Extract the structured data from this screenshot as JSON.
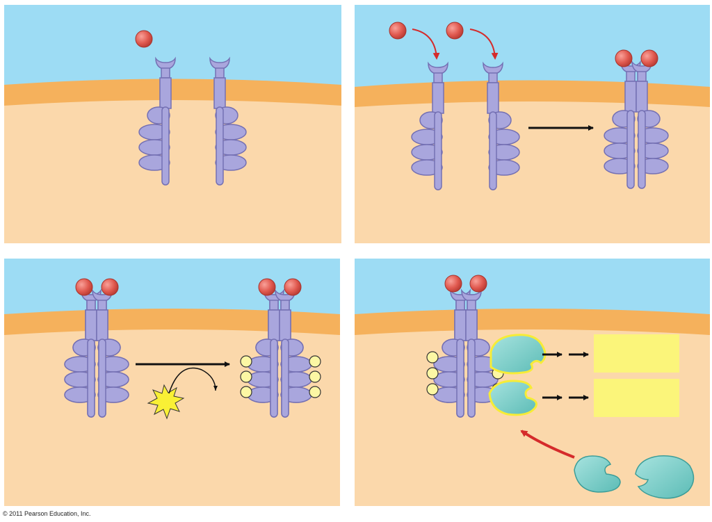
{
  "copyright": "© 2011 Pearson Education, Inc.",
  "colors": {
    "extracellular": "#9ddcf4",
    "membrane": "#f5b15c",
    "cytoplasm": "#fbd8ab",
    "receptor": "#a9a6dd",
    "receptor_stroke": "#7470b3",
    "ligand": "#e0594f",
    "phosphate": "#fcf7a4",
    "glow": "#f6ec36",
    "relay_protein": "#7fd1cc",
    "response_box": "#fbf57a",
    "arrow_red": "#d52b2b",
    "arrow_black": "#111111"
  },
  "icons": [
    "signal-molecule",
    "receptor-tyrosine-kinase",
    "atp-burst",
    "phosphate-group",
    "relay-protein",
    "cellular-response-box"
  ]
}
